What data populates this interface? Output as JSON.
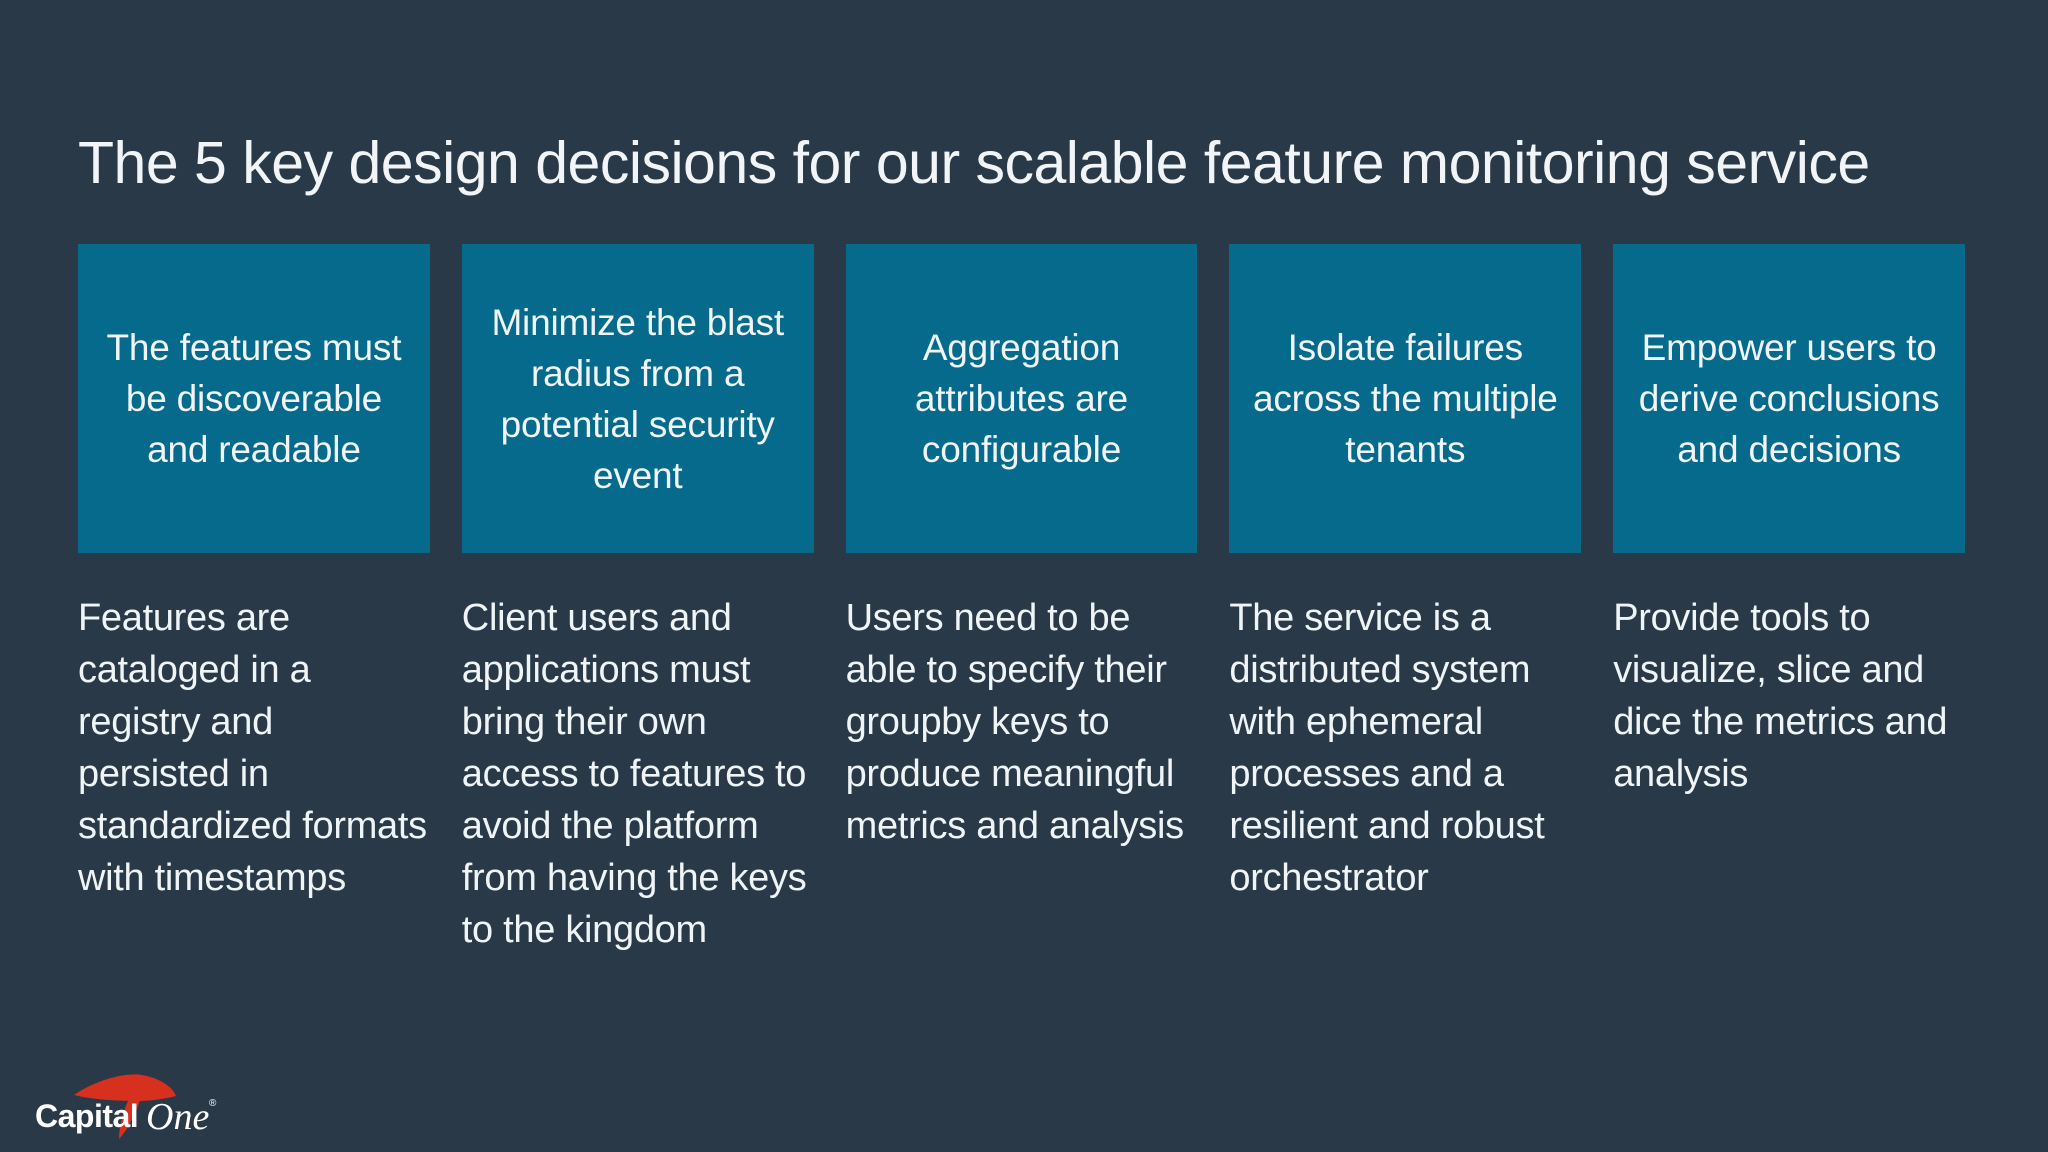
{
  "slide": {
    "title": "The 5 key design decisions for our scalable feature monitoring service",
    "background_color": "#2a3948",
    "card_color": "#066a8c",
    "text_color": "#eff4f6"
  },
  "cards": [
    {
      "heading": "The features must be discoverable and readable",
      "description": "Features are cataloged in a registry and persisted in standardized formats with timestamps"
    },
    {
      "heading": "Minimize the blast radius from a potential security event",
      "description": "Client users and applications must bring their own access to features to avoid the platform from having the keys to the kingdom"
    },
    {
      "heading": "Aggregation attributes are configurable",
      "description": "Users need to be able to specify their groupby keys to produce meaningful metrics and analysis"
    },
    {
      "heading": "Isolate failures across the multiple tenants",
      "description": "The service is a distributed system with ephemeral processes and a resilient and robust orchestrator"
    },
    {
      "heading": "Empower users to derive conclusions and decisions",
      "description": "Provide tools to visualize, slice and dice the metrics and analysis"
    }
  ],
  "logo": {
    "brand_first_word": "Capital",
    "brand_second_word": "One",
    "registered_mark": "®",
    "swoosh_color": "#d7301f"
  }
}
